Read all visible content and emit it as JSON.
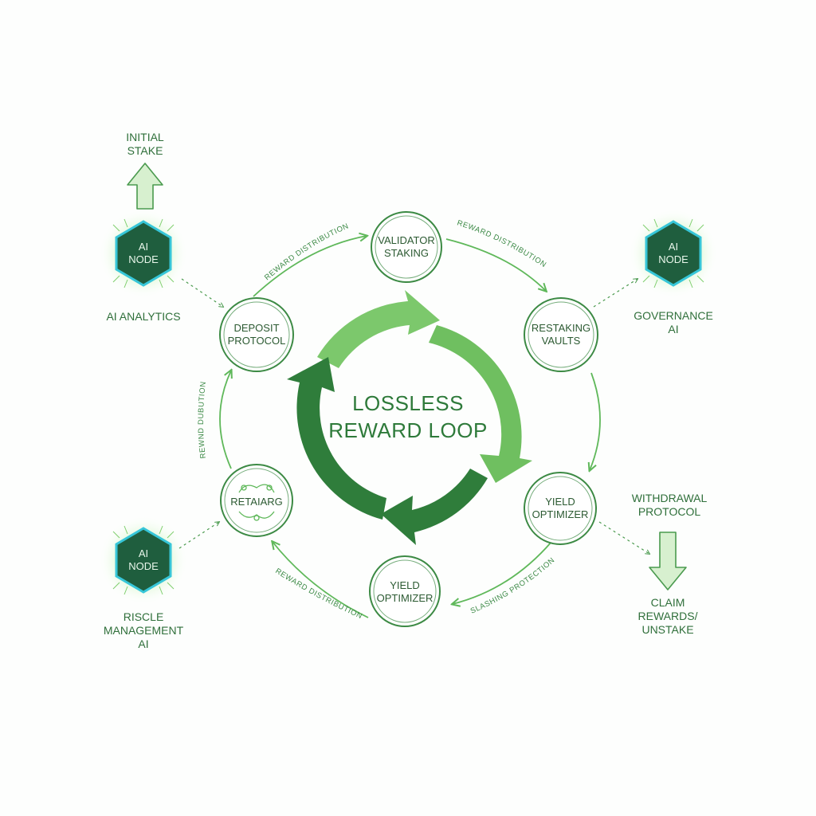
{
  "center": {
    "line1": "LOSSLESS",
    "line2": "REWARD LOOP"
  },
  "nodes": [
    {
      "id": "validator",
      "line1": "VALIDATOR",
      "line2": "STAKING"
    },
    {
      "id": "restaking",
      "line1": "RESTAKING",
      "line2": "VAULTS"
    },
    {
      "id": "yield_right",
      "line1": "YIELD",
      "line2": "OPTIMIZER"
    },
    {
      "id": "yield_bottom",
      "line1": "YIELD",
      "line2": "OPTIMIZER"
    },
    {
      "id": "retaiarg",
      "line1": "RETAIARG",
      "line2": ""
    },
    {
      "id": "deposit",
      "line1": "DEPOSIT",
      "line2": "PROTOCOL"
    }
  ],
  "edge_labels": {
    "top_left": "REWARD DISTRIBUTION",
    "top_right": "REWARD DISTRIBUTION",
    "left": "REWND DUBUTION",
    "bottom_left": "REWARD DISTRIBUTION",
    "bottom_right": "SLASHING PROTECTION"
  },
  "ai_nodes": [
    {
      "id": "top_left",
      "line1": "AI",
      "line2": "NODE",
      "caption": [
        "AI ANALYTICS"
      ]
    },
    {
      "id": "top_right",
      "line1": "AI",
      "line2": "NODE",
      "caption": [
        "GOVERNANCE",
        "AI"
      ]
    },
    {
      "id": "bottom_left",
      "line1": "AI",
      "line2": "NODE",
      "caption": [
        "RISCLE",
        "MANAGEMENT",
        "AI"
      ]
    }
  ],
  "initial_stake": [
    "INITIAL",
    "STAKE"
  ],
  "withdrawal": [
    "WITHDRAWAL",
    "PROTOCOL"
  ],
  "claim": [
    "CLAIM",
    "REWARDS/",
    "UNSTAKE"
  ],
  "colors": {
    "dark_green": "#2f7d3b",
    "light_green": "#78c66a",
    "hex_fill": "#1f5e3e",
    "hex_border": "#37c6d8",
    "glow": "#8ee07c",
    "line": "#5fb85a"
  },
  "icons": {
    "retaiarg": "plant-swirl-icon"
  }
}
